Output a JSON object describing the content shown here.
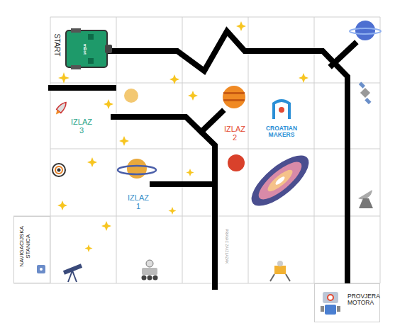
{
  "diagram": {
    "nodes": [
      {
        "text": [
          "NAVIGACIJSKA STANICA"
        ]
      },
      {
        "text": [
          "PROVJERA MOTORA"
        ]
      }
    ],
    "labels": [
      "START",
      "mBot",
      "IZLAZ 3",
      "IZLAZ 2",
      "IZLAZ 1",
      "CROATIAN MAKERS",
      "PRAVAC ZA IZLAZAK"
    ]
  }
}
